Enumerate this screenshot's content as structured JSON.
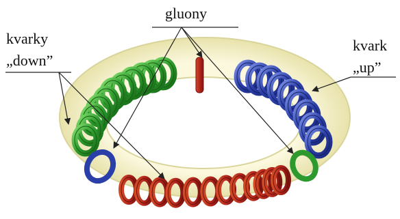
{
  "labels": {
    "gluons": "gluony",
    "down_line1": "kvarky",
    "down_line2": "„down”",
    "up_line1": "kvark",
    "up_line2": "„up”"
  },
  "colors": {
    "torus_fill": "#f4f0c8",
    "torus_stroke": "#d9d49a",
    "green_quark": "#2e9a2e",
    "blue_quark": "#2b3fa8",
    "red_quark": "#b3261e",
    "arrow": "#222222"
  },
  "icons": [
    "torus-ring",
    "coil-spring",
    "ring-loop",
    "arrow"
  ]
}
